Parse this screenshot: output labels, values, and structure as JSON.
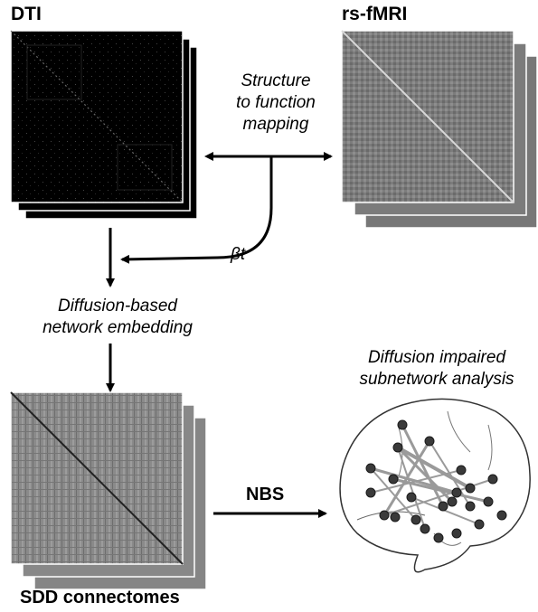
{
  "labels": {
    "dti": "DTI",
    "rsfmri": "rs-fMRI",
    "mapping_line1": "Structure",
    "mapping_line2": "to function",
    "mapping_line3": "mapping",
    "beta_t": "βt",
    "embedding_line1": "Diffusion-based",
    "embedding_line2": "network embedding",
    "analysis_line1": "Diffusion impaired",
    "analysis_line2": "subnetwork analysis",
    "nbs": "NBS",
    "sdd": "SDD connectomes"
  },
  "colors": {
    "dti_bg": "#000000",
    "fmri_bg": "#7a7a7a",
    "sdd_bg": "#8a8a8a",
    "node": "#3a3a3a",
    "edge": "#9a9a9a",
    "arrow": "#000000"
  }
}
